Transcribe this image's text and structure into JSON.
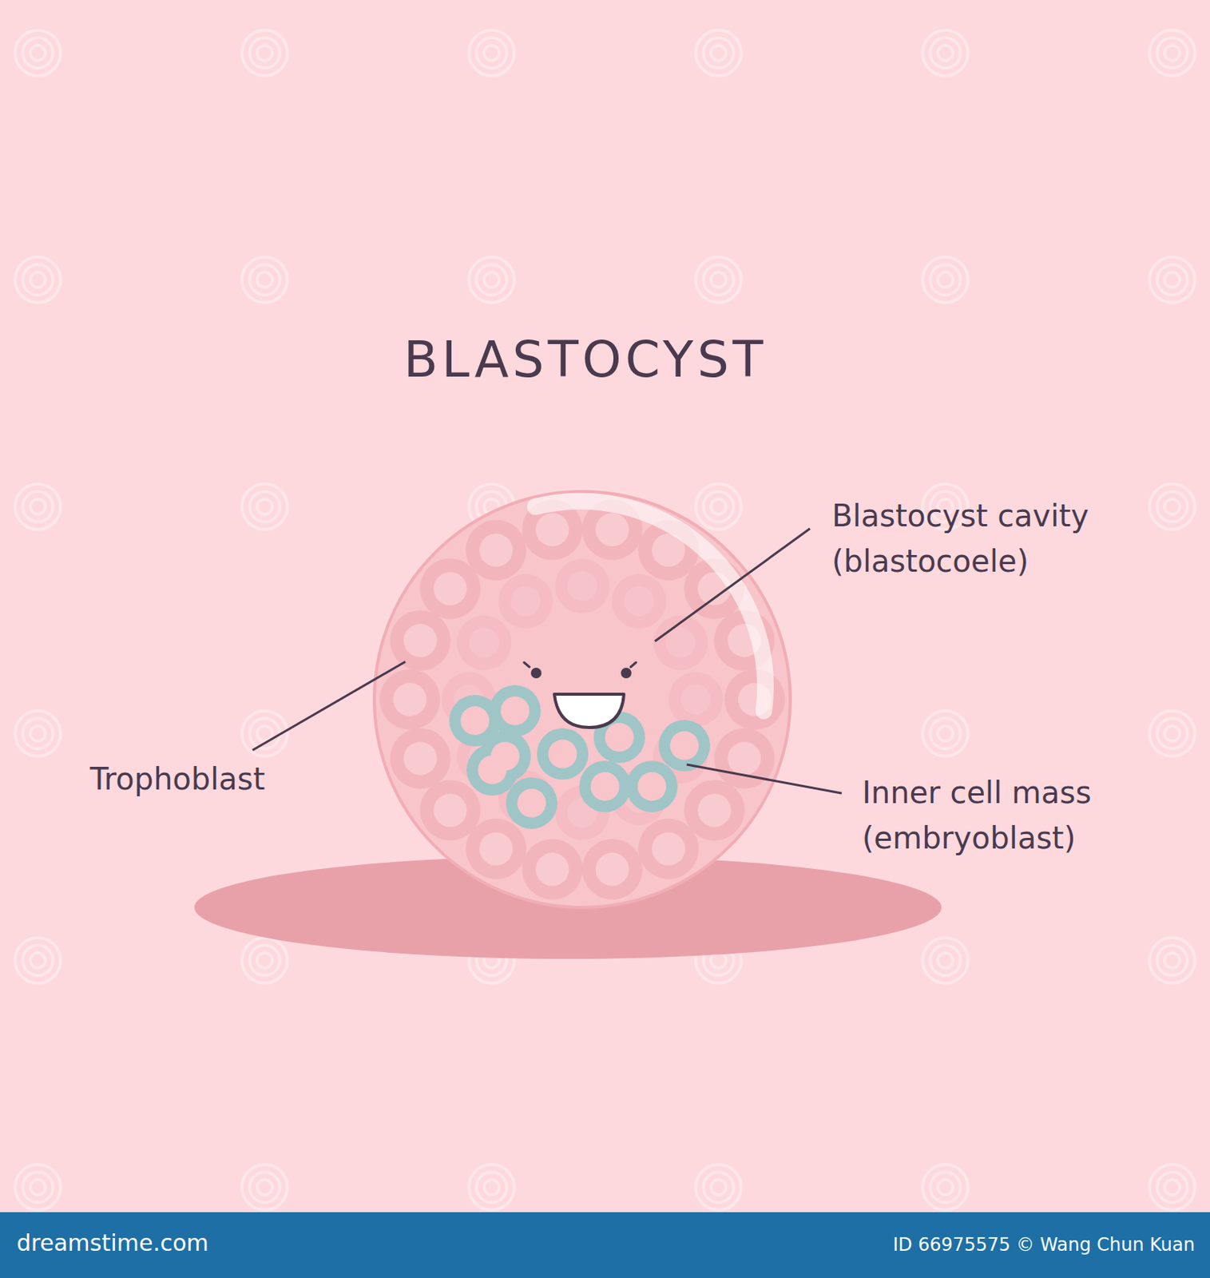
{
  "diagram": {
    "title": "BLASTOCYST",
    "labels": [
      "Blastocyst cavity (blastocoele)",
      "Trophoblast",
      "Inner cell mass (embryoblast)",
      "dreamstime.com",
      "ID 66975575 © Wang Chun Kuan"
    ]
  }
}
